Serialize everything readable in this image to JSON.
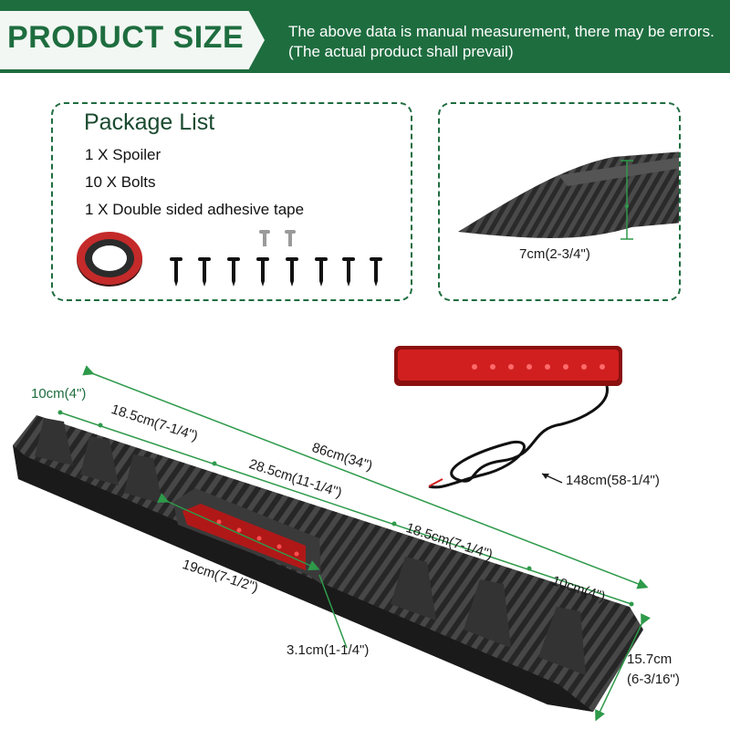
{
  "header": {
    "title": "PRODUCT SIZE",
    "note_line1": "The above data is manual measurement, there may be errors.",
    "note_line2": "(The actual product shall prevail)"
  },
  "package": {
    "title": "Package List",
    "items": [
      "1 X Spoiler",
      "10 X Bolts",
      "1 X Double sided adhesive tape"
    ]
  },
  "dimensions": {
    "fin_height": "7cm(2-3/4\")",
    "cable_length": "148cm(58-1/4\")",
    "left_end": "10cm(4\")",
    "left_section": "18.5cm(7-1/4\")",
    "total_length": "86cm(34\")",
    "middle_section": "28.5cm(11-1/4\")",
    "right_section": "18.5cm(7-1/4\")",
    "right_end": "10cm(4\")",
    "light_length": "19cm(7-1/2\")",
    "light_height": "3.1cm(1-1/4\")",
    "width_line1": "15.7cm",
    "width_line2": "(6-3/16\")"
  },
  "colors": {
    "brand_green": "#1e6d3f",
    "dimension_green": "#2e9a4a",
    "carbon": "#2a2a2a",
    "brake_light_red": "#d11f1f"
  }
}
